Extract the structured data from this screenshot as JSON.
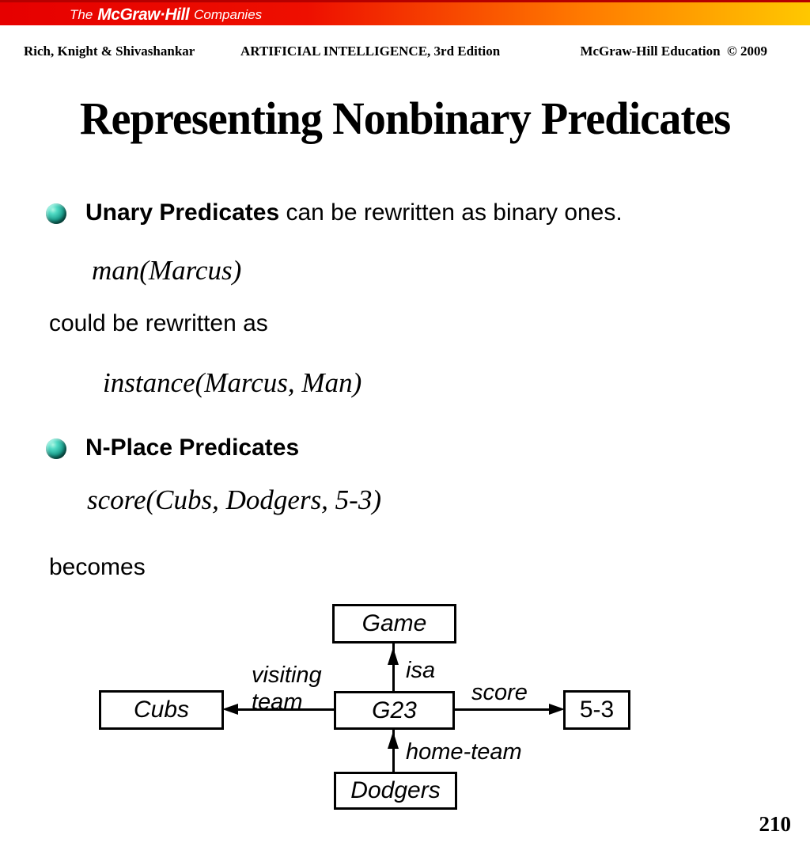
{
  "logo": {
    "the": "The",
    "brand": "McGraw·Hill",
    "companies": "Companies"
  },
  "header": {
    "left": "Rich, Knight & Shivashankar",
    "center": "ARTIFICIAL INTELLIGENCE, 3rd Edition",
    "right": "McGraw-Hill Education  © 2009"
  },
  "title": "Representing Nonbinary Predicates",
  "content": {
    "bullet1_bold": "Unary Predicates",
    "bullet1_rest": " can be rewritten as binary ones.",
    "math1": "man(Marcus)",
    "text1": "could be rewritten as",
    "math2": "instance(Marcus, Man)",
    "bullet2_bold": "N-Place Predicates",
    "math3": "score(Cubs, Dodgers, 5-3)",
    "text2": "becomes"
  },
  "diagram": {
    "nodes": {
      "game": "Game",
      "g23": "G23",
      "cubs": "Cubs",
      "score_value": "5-3",
      "dodgers": "Dodgers"
    },
    "edges": {
      "visiting_line1": "visiting",
      "visiting_line2": "team",
      "isa": "isa",
      "score": "score",
      "home_team": "home-team"
    }
  },
  "page_number": "210",
  "colors": {
    "bar_red": "#e60000",
    "bar_orange": "#ff7a00",
    "bar_gold": "#ffc800",
    "bullet_teal": "#1b9e8d"
  }
}
